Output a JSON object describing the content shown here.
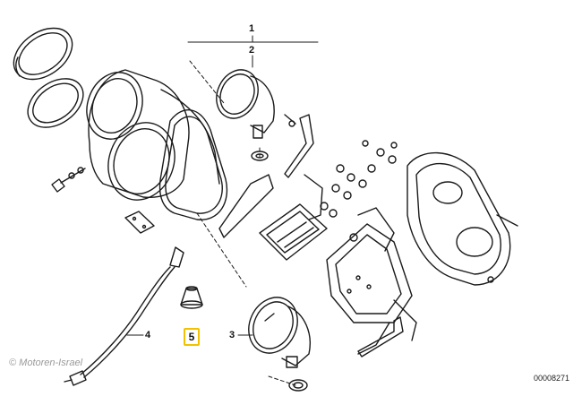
{
  "diagram": {
    "callouts": [
      {
        "id": "1",
        "label": "1"
      },
      {
        "id": "2",
        "label": "2"
      },
      {
        "id": "3",
        "label": "3"
      },
      {
        "id": "4",
        "label": "4"
      },
      {
        "id": "5",
        "label": "5",
        "highlighted": true
      }
    ],
    "highlight_color": "#f2c200",
    "watermark": "© Motoren-Israel",
    "reference_number": "00008271"
  }
}
